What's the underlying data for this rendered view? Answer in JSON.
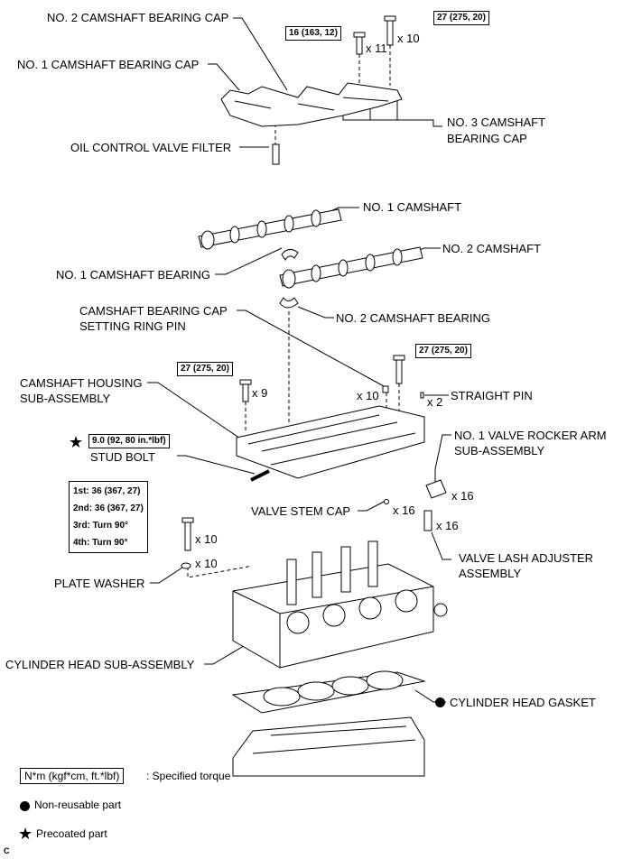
{
  "labels": {
    "no2_cap": "NO. 2 CAMSHAFT BEARING CAP",
    "no1_cap": "NO. 1 CAMSHAFT BEARING CAP",
    "no3_cap_l1": "NO. 3 CAMSHAFT",
    "no3_cap_l2": "BEARING CAP",
    "ocv_filter": "OIL CONTROL VALVE FILTER",
    "no1_camshaft": "NO. 1 CAMSHAFT",
    "no2_camshaft": "NO. 2 CAMSHAFT",
    "no1_bearing": "NO. 1 CAMSHAFT BEARING",
    "pin_l1": "CAMSHAFT BEARING CAP",
    "pin_l2": "SETTING RING PIN",
    "no2_bearing": "NO. 2 CAMSHAFT BEARING",
    "housing_l1": "CAMSHAFT HOUSING",
    "housing_l2": "SUB-ASSEMBLY",
    "straight_pin": "STRAIGHT PIN",
    "stud_bolt": "STUD BOLT",
    "rocker_l1": "NO. 1 VALVE ROCKER ARM",
    "rocker_l2": "SUB-ASSEMBLY",
    "stem_cap": "VALVE STEM CAP",
    "lash_l1": "VALVE LASH ADJUSTER",
    "lash_l2": "ASSEMBLY",
    "plate_washer": "PLATE WASHER",
    "cyl_head": "CYLINDER HEAD SUB-ASSEMBLY",
    "gasket": "CYLINDER HEAD GASKET",
    "corner": "C"
  },
  "torques": {
    "t16": "16 (163, 12)",
    "t27a": "27 (275, 20)",
    "t27b": "27 (275, 20)",
    "t27c": "27 (275, 20)",
    "t9": "9.0 (92, 80 in.*lbf)",
    "steps": [
      "1st: 36 (367, 27)",
      "2nd: 36 (367, 27)",
      "3rd: Turn 90°",
      "4th: Turn 90°"
    ]
  },
  "counts": {
    "x11": "x 11",
    "x10a": "x 10",
    "x9": "x 9",
    "x10b": "x 10",
    "x2": "x 2",
    "x16a": "x 16",
    "x16b": "x 16",
    "x16c": "x 16",
    "x10c": "x 10",
    "x10d": "x 10"
  },
  "legend": {
    "torque_box": "N*m (kgf*cm, ft.*lbf)",
    "torque_text": ": Specified torque",
    "nonreusable": "Non-reusable part",
    "precoated": "Precoated part"
  },
  "symbols": {
    "star": "★"
  }
}
